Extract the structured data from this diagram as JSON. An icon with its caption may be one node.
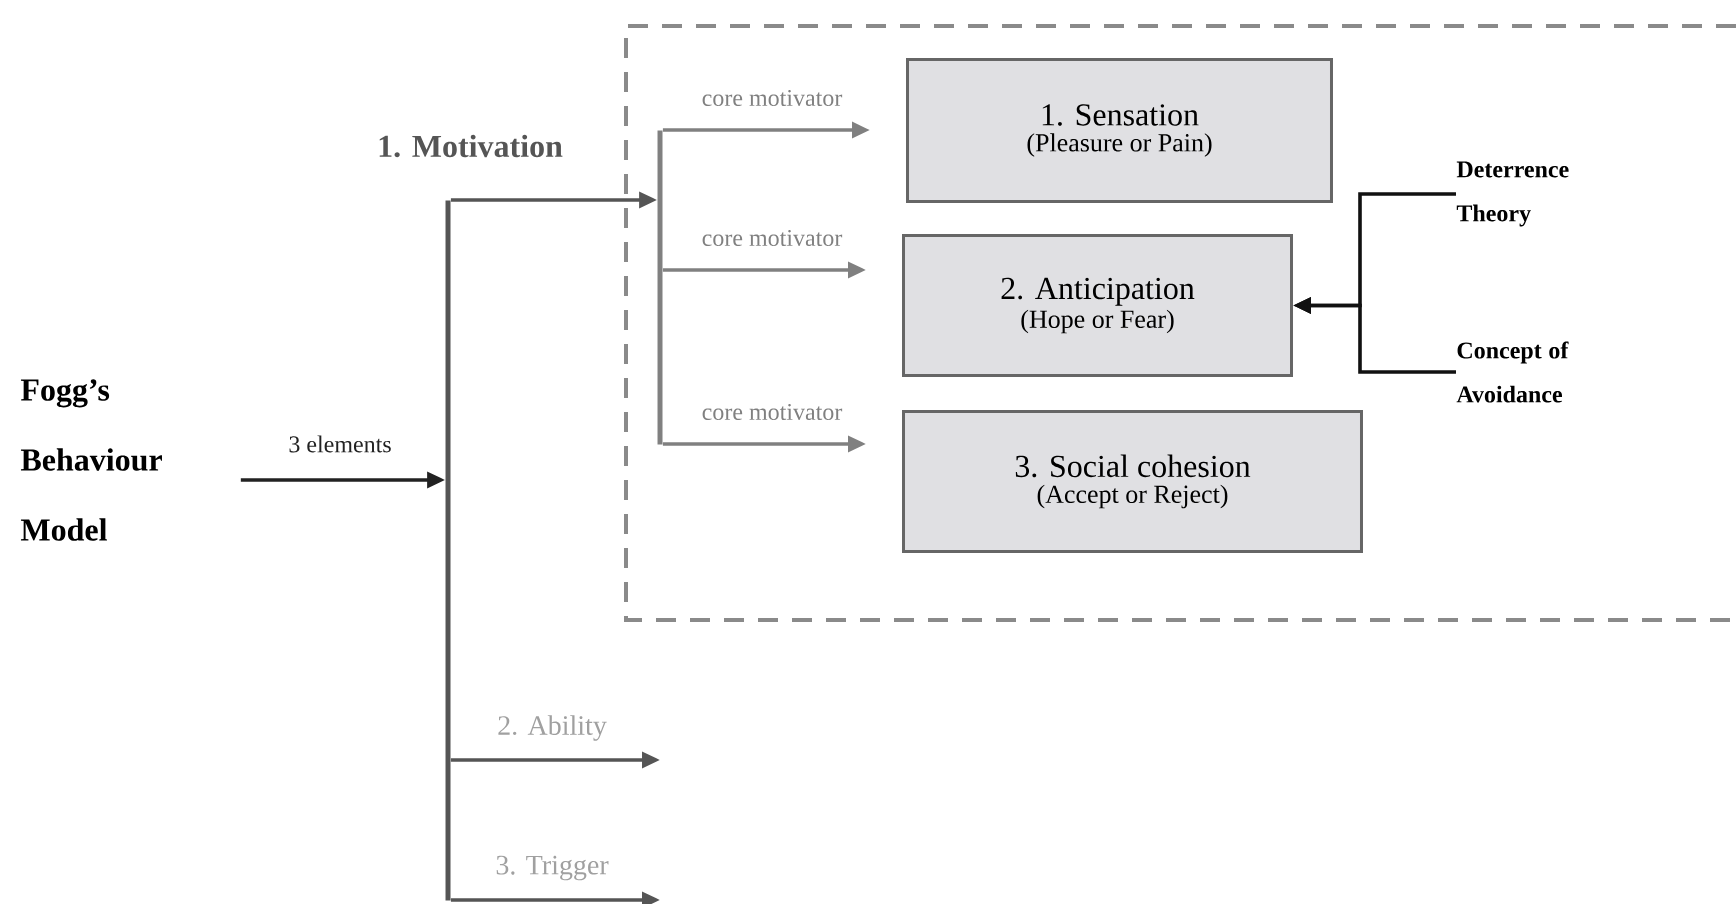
{
  "diagram": {
    "nodes": [
      {
        "text": [
          "Fogg’s Behaviour Model"
        ]
      },
      {
        "text": [],
        "shape": "bar"
      },
      {
        "text": [],
        "shape": "box"
      },
      {
        "text": [],
        "shape": "bar",
        "in": 2
      },
      {
        "text": [
          "1. Sensation",
          "(Pleasure or Pain)"
        ],
        "in": 2
      },
      {
        "text": [
          "2. Anticipation",
          "(Hope or Fear)"
        ],
        "in": 2
      },
      {
        "text": [
          "3. Social cohesion",
          "(Accept or Reject)"
        ],
        "in": 2
      },
      {
        "text": [
          "Deterrence Theory"
        ],
        "in": 2
      },
      {
        "text": [
          "Concept of Avoidance"
        ],
        "in": 2
      }
    ],
    "edges": [
      {
        "from": 0,
        "to": 1,
        "arrow": "to",
        "label": "3 elements"
      },
      {
        "from": 1,
        "to": 3,
        "arrow": "to",
        "label": "1. Motivation",
        "color": "#555555"
      },
      {
        "from": 1,
        "to": null,
        "arrow": "to",
        "label": "2. Ability",
        "color": "#555555"
      },
      {
        "from": 1,
        "to": null,
        "arrow": "to",
        "label": "3. Trigger",
        "color": "#555555"
      },
      {
        "from": 3,
        "to": 4,
        "arrow": "to",
        "label": "core motivator",
        "color": "#808080"
      },
      {
        "from": 3,
        "to": 5,
        "arrow": "to",
        "label": "core motivator",
        "color": "#808080"
      },
      {
        "from": 3,
        "to": 6,
        "arrow": "to",
        "label": "core motivator",
        "color": "#808080"
      },
      {
        "from": 7,
        "to": 5,
        "arrow": "to",
        "color": "#111111"
      },
      {
        "from": 8,
        "to": 5,
        "arrow": "to",
        "color": "#111111"
      }
    ]
  }
}
